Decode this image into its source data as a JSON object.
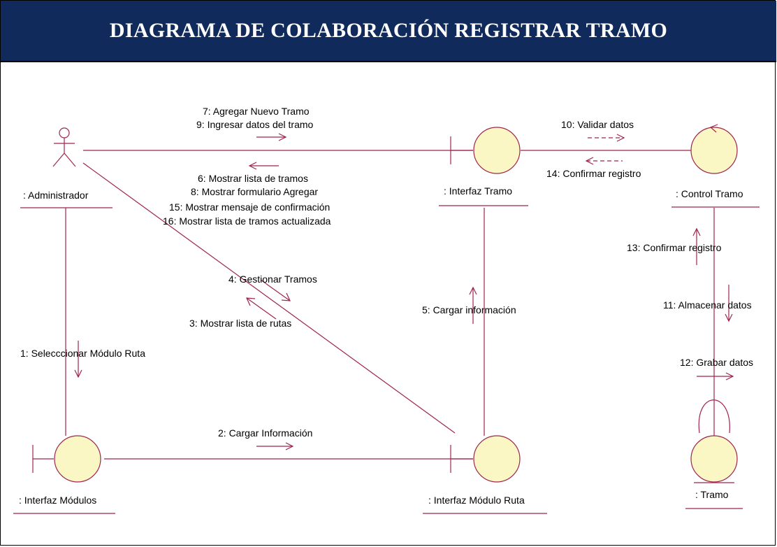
{
  "title": "DIAGRAMA DE COLABORACIÓN REGISTRAR TRAMO",
  "colors": {
    "header_bg": "#102a5c",
    "header_text": "#ffffff",
    "line": "#a0254f",
    "object_fill": "#fbf7c4"
  },
  "objects": {
    "administrador": ": Administrador",
    "interfaz_tramo": ": Interfaz Tramo",
    "control_tramo": ": Control Tramo",
    "interfaz_modulos": ": Interfaz Módulos",
    "interfaz_modulo_ruta": ": Interfaz Módulo Ruta",
    "tramo": ": Tramo"
  },
  "messages": {
    "m1": "1: Selecccionar Módulo Ruta",
    "m2": "2: Cargar Información",
    "m3": "3: Mostrar lista de rutas",
    "m4": "4: Gestionar Tramos",
    "m5": "5: Cargar información",
    "m6": "6: Mostrar lista de tramos",
    "m7": "7: Agregar Nuevo Tramo",
    "m8": "8: Mostrar formulario Agregar",
    "m9": "9: Ingresar datos del tramo",
    "m10": "10: Validar datos",
    "m11": "11: Almacenar datos",
    "m12": "12: Grabar datos",
    "m13": "13: Confirmar registro",
    "m14": "14: Confirmar registro",
    "m15": "15: Mostrar mensaje de confirmación",
    "m16": "16: Mostrar lista de tramos actualizada"
  }
}
